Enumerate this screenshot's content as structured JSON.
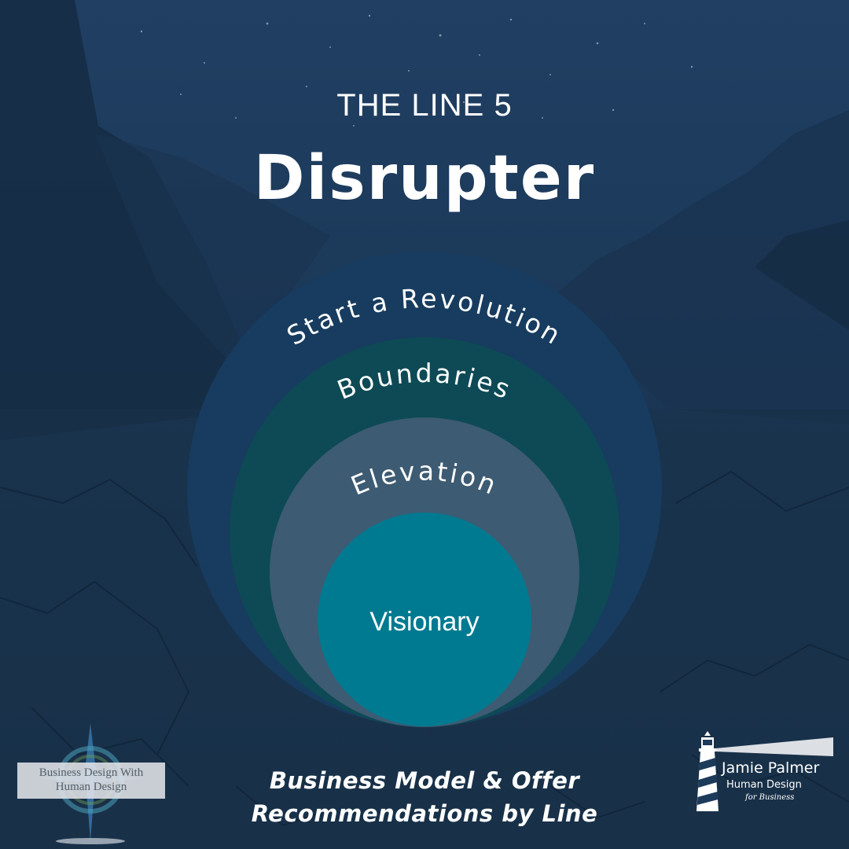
{
  "header": {
    "pre_title": "THE LINE 5",
    "title": "Disrupter"
  },
  "rings": [
    {
      "label": "Start a Revolution",
      "color": "#173c5f"
    },
    {
      "label": "Boundaries",
      "color": "#0d4a55"
    },
    {
      "label": "Elevation",
      "color": "#3d5b72"
    },
    {
      "label": "Visionary",
      "color": "#007a91"
    }
  ],
  "caption": {
    "line1": "Business Model & Offer",
    "line2": "Recommendations by Line"
  },
  "logo_left": {
    "line1": "Business Design With",
    "line2": "Human Design",
    "icon": "compass-star-icon"
  },
  "logo_right": {
    "name": "Jamie Palmer",
    "subtitle": "Human Design",
    "tagline": "for Business",
    "icon": "lighthouse-icon"
  },
  "colors": {
    "background": "#1c3a5a",
    "text": "#ffffff"
  }
}
